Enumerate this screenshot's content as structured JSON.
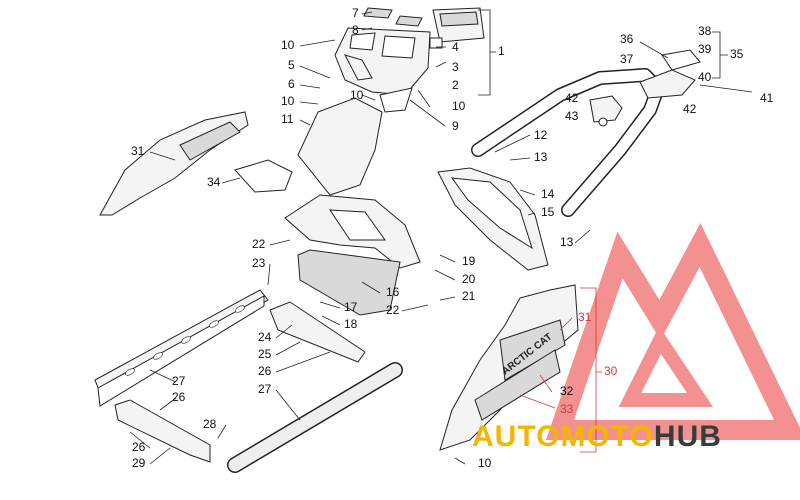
{
  "watermark": {
    "word_auto": "AUTO",
    "word_moto": "MOTO",
    "word_hub": "HUB",
    "color_auto": "#f5b400",
    "color_moto": "#f5b400",
    "color_hub": "#3a3a3a",
    "logo_color": "#f06b6b"
  },
  "decal_text": "ARCTIC CAT",
  "callouts": [
    {
      "id": "c7",
      "label": "7"
    },
    {
      "id": "c8",
      "label": "8"
    },
    {
      "id": "c10a",
      "label": "10"
    },
    {
      "id": "c4",
      "label": "4"
    },
    {
      "id": "c3",
      "label": "3"
    },
    {
      "id": "c2",
      "label": "2"
    },
    {
      "id": "c1",
      "label": "1"
    },
    {
      "id": "c5",
      "label": "5"
    },
    {
      "id": "c6",
      "label": "6"
    },
    {
      "id": "c10b",
      "label": "10"
    },
    {
      "id": "c10c",
      "label": "10"
    },
    {
      "id": "c10d",
      "label": "10"
    },
    {
      "id": "c11",
      "label": "11"
    },
    {
      "id": "c9",
      "label": "9"
    },
    {
      "id": "c36",
      "label": "36"
    },
    {
      "id": "c37",
      "label": "37"
    },
    {
      "id": "c38",
      "label": "38"
    },
    {
      "id": "c39",
      "label": "39"
    },
    {
      "id": "c40",
      "label": "40"
    },
    {
      "id": "c35",
      "label": "35"
    },
    {
      "id": "c41",
      "label": "41"
    },
    {
      "id": "c42a",
      "label": "42"
    },
    {
      "id": "c43",
      "label": "43"
    },
    {
      "id": "c42b",
      "label": "42"
    },
    {
      "id": "c12",
      "label": "12"
    },
    {
      "id": "c13a",
      "label": "13"
    },
    {
      "id": "c14",
      "label": "14"
    },
    {
      "id": "c15",
      "label": "15"
    },
    {
      "id": "c13b",
      "label": "13"
    },
    {
      "id": "c31a",
      "label": "31"
    },
    {
      "id": "c34",
      "label": "34"
    },
    {
      "id": "c22a",
      "label": "22"
    },
    {
      "id": "c23",
      "label": "23"
    },
    {
      "id": "c19",
      "label": "19"
    },
    {
      "id": "c20",
      "label": "20"
    },
    {
      "id": "c21",
      "label": "21"
    },
    {
      "id": "c16",
      "label": "16"
    },
    {
      "id": "c17",
      "label": "17"
    },
    {
      "id": "c18",
      "label": "18"
    },
    {
      "id": "c22b",
      "label": "22"
    },
    {
      "id": "c24",
      "label": "24"
    },
    {
      "id": "c25",
      "label": "25"
    },
    {
      "id": "c26a",
      "label": "26"
    },
    {
      "id": "c27a",
      "label": "27"
    },
    {
      "id": "c26b",
      "label": "26"
    },
    {
      "id": "c27b",
      "label": "27"
    },
    {
      "id": "c28",
      "label": "28"
    },
    {
      "id": "c26c",
      "label": "26"
    },
    {
      "id": "c29",
      "label": "29"
    },
    {
      "id": "c31b",
      "label": "31"
    },
    {
      "id": "c30",
      "label": "30"
    },
    {
      "id": "c32",
      "label": "32"
    },
    {
      "id": "c33",
      "label": "33"
    },
    {
      "id": "c10e",
      "label": "10"
    }
  ]
}
